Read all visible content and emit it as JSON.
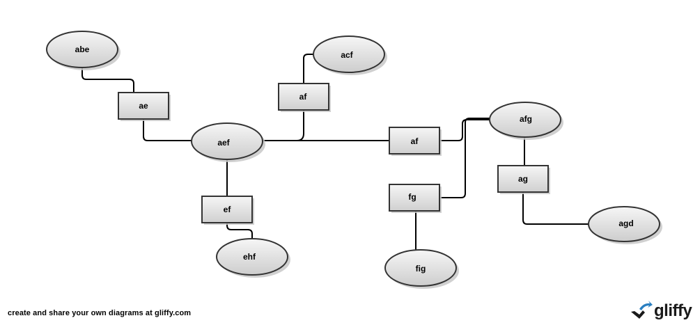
{
  "diagram": {
    "nodes": [
      {
        "id": "abe",
        "label": "abe",
        "shape": "ellipse"
      },
      {
        "id": "ae",
        "label": "ae",
        "shape": "rect"
      },
      {
        "id": "aef",
        "label": "aef",
        "shape": "ellipse"
      },
      {
        "id": "af1",
        "label": "af",
        "shape": "rect"
      },
      {
        "id": "acf",
        "label": "acf",
        "shape": "ellipse"
      },
      {
        "id": "ef",
        "label": "ef",
        "shape": "rect"
      },
      {
        "id": "ehf",
        "label": "ehf",
        "shape": "ellipse"
      },
      {
        "id": "af2",
        "label": "af",
        "shape": "rect"
      },
      {
        "id": "afg",
        "label": "afg",
        "shape": "ellipse"
      },
      {
        "id": "fg",
        "label": "fg",
        "shape": "rect"
      },
      {
        "id": "ag",
        "label": "ag",
        "shape": "rect"
      },
      {
        "id": "agd",
        "label": "agd",
        "shape": "ellipse"
      },
      {
        "id": "fig",
        "label": "fig",
        "shape": "ellipse"
      }
    ],
    "edges": [
      {
        "from": "abe",
        "to": "ae"
      },
      {
        "from": "ae",
        "to": "aef"
      },
      {
        "from": "aef",
        "to": "af1"
      },
      {
        "from": "af1",
        "to": "acf"
      },
      {
        "from": "aef",
        "to": "ef"
      },
      {
        "from": "ef",
        "to": "ehf"
      },
      {
        "from": "aef",
        "to": "af2"
      },
      {
        "from": "af2",
        "to": "afg"
      },
      {
        "from": "fg",
        "to": "afg"
      },
      {
        "from": "fg",
        "to": "fig"
      },
      {
        "from": "afg",
        "to": "ag"
      },
      {
        "from": "ag",
        "to": "agd"
      }
    ],
    "colors": {
      "node_fill_light": "#f4f4f4",
      "node_fill_dark": "#cfcfcf",
      "node_stroke": "#333333",
      "edge": "#000000",
      "brand_blue": "#2a7fc1"
    }
  },
  "footer": {
    "promo_text": "create and share your own diagrams at gliffy.com",
    "brand_name": "gliffy",
    "brand_icon": "gliffy-logo-icon"
  }
}
